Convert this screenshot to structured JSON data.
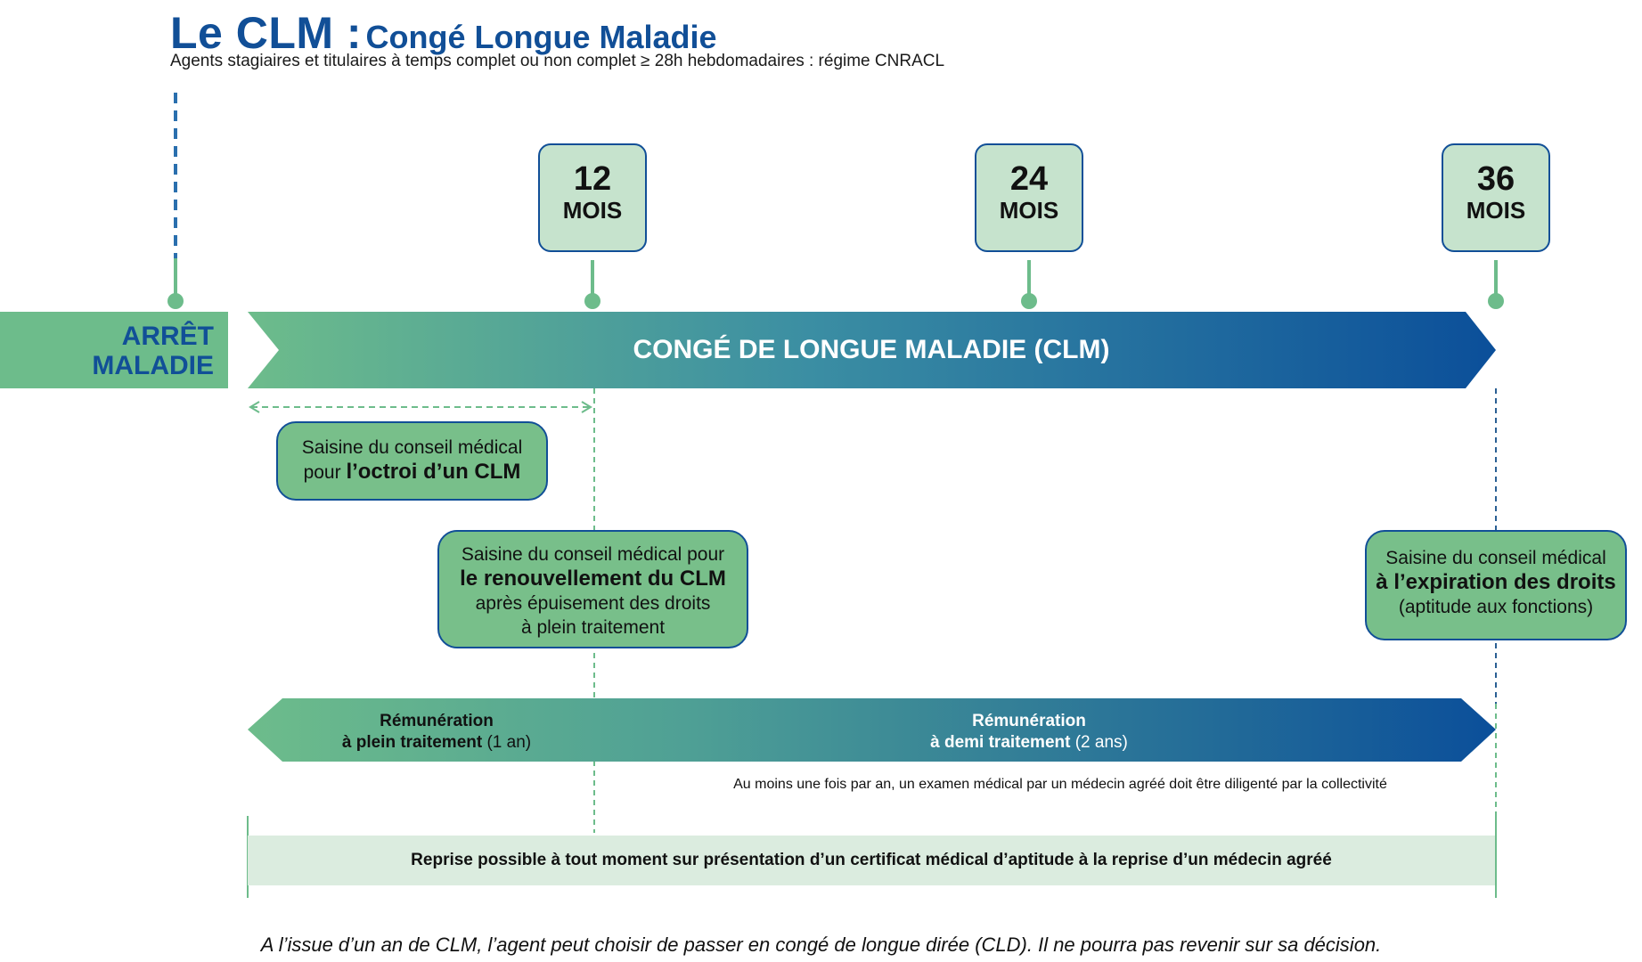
{
  "header": {
    "title_main": "Le CLM :",
    "title_sub": "Congé Longue Maladie",
    "subtitle": "Agents stagiaires et titulaires à temps complet ou non complet ≥ 28h hebdomadaires : régime CNRACL"
  },
  "milestones": [
    {
      "value": "12",
      "unit": "MOIS"
    },
    {
      "value": "24",
      "unit": "MOIS"
    },
    {
      "value": "36",
      "unit": "MOIS"
    }
  ],
  "timeline": {
    "arret_line1": "ARRÊT",
    "arret_line2": "MALADIE",
    "clm_label": "CONGÉ DE LONGUE MALADIE (CLM)"
  },
  "notes": {
    "octroi_line1": "Saisine du conseil médical",
    "octroi_line2_prefix": "pour ",
    "octroi_line2_bold": "l’octroi d’un CLM",
    "renouv_line1": "Saisine du conseil médical pour",
    "renouv_line2_bold": "le renouvellement du CLM",
    "renouv_line3": "après épuisement des droits",
    "renouv_line4": "à plein traitement",
    "expir_line1": "Saisine du conseil médical",
    "expir_line2_bold": "à l’expiration des droits",
    "expir_line3": "(aptitude aux fonctions)"
  },
  "remuneration": {
    "plein_line1": "Rémunération",
    "plein_line2_bold": "à plein traitement",
    "plein_line2_light": " (1 an)",
    "demi_line1": "Rémunération",
    "demi_line2_bold": "à demi traitement",
    "demi_line2_light": " (2 ans)"
  },
  "exam_note": "Au moins une fois par an, un examen médical par un médecin agréé doit être diligenté par la collectivité",
  "reprise_note": "Reprise possible à tout moment sur présentation d’un certificat médical d’aptitude à la reprise d’un médecin agréé",
  "footer_note": "A l’issue d’un an de CLM, l’agent peut choisir de passer en congé de longue dirée (CLD). Il ne pourra pas revenir sur sa décision.",
  "colors": {
    "brand_blue": "#114f97",
    "green": "#6dbc8b",
    "light_green": "#c6e3cd",
    "pale_green": "#dbecdf"
  }
}
